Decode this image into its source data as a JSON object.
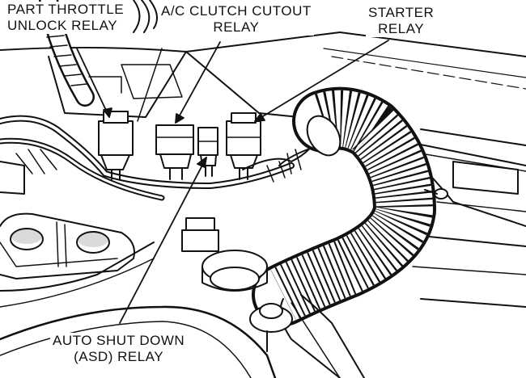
{
  "labels": {
    "part_throttle": [
      "PART THROTTLE",
      "UNLOCK RELAY"
    ],
    "ac_clutch": [
      "A/C CLUTCH CUTOUT",
      "RELAY"
    ],
    "starter": [
      "STARTER",
      "RELAY"
    ],
    "asd": [
      "AUTO SHUT DOWN",
      "(ASD) RELAY"
    ]
  },
  "colors": {
    "ink": "#111111",
    "paper": "#ffffff"
  }
}
